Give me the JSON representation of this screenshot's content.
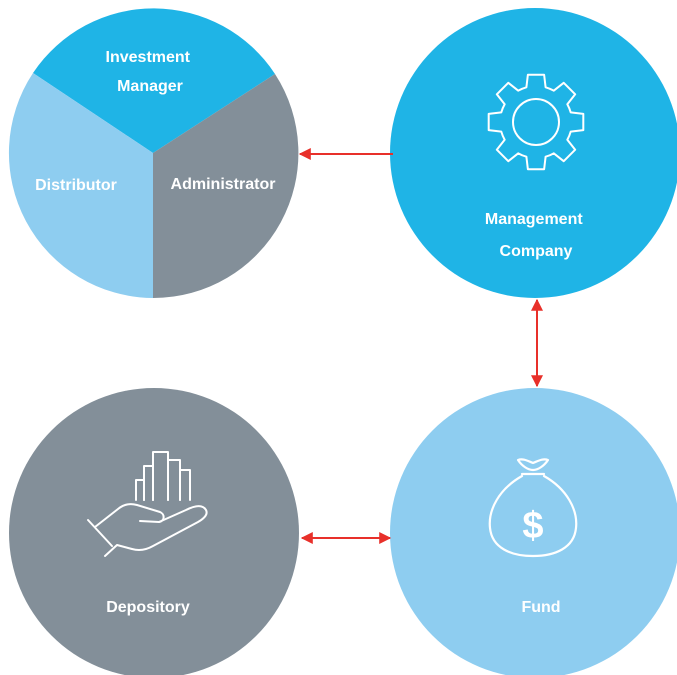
{
  "colors": {
    "accent_blue": "#1fb4e6",
    "light_blue": "#8ecdf0",
    "gray": "#838f99",
    "arrow_red": "#e8302a",
    "white": "#ffffff"
  },
  "nodes": {
    "service_providers": {
      "segments": {
        "investment_manager": {
          "line1": "Investment",
          "line2": "Manager"
        },
        "distributor": {
          "label": "Distributor"
        },
        "administrator": {
          "label": "Administrator"
        }
      }
    },
    "management_company": {
      "line1": "Management",
      "line2": "Company",
      "icon": "gear-icon"
    },
    "depository": {
      "label": "Depository",
      "icon": "hand-holding-bars-icon"
    },
    "fund": {
      "label": "Fund",
      "icon": "money-bag-dollar-icon",
      "icon_symbol": "$"
    }
  },
  "connections": [
    {
      "from": "management_company",
      "to": "service_providers",
      "direction": "one-way"
    },
    {
      "from": "management_company",
      "to": "fund",
      "direction": "two-way"
    },
    {
      "from": "depository",
      "to": "fund",
      "direction": "two-way"
    }
  ]
}
